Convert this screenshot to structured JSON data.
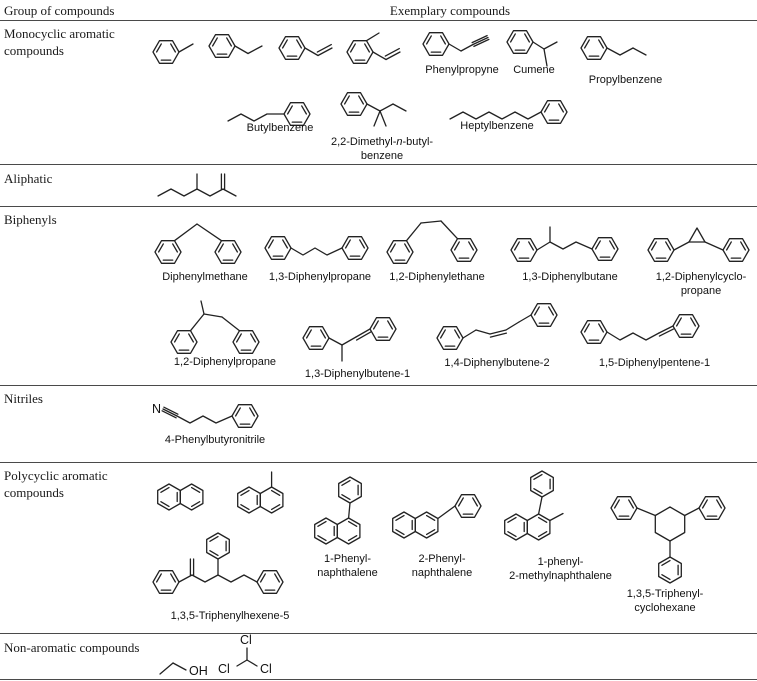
{
  "header": {
    "col_group": "Group of compounds",
    "col_compounds": "Exemplary compounds"
  },
  "groups": {
    "monocyclic": "Monocyclic aromatic compounds",
    "aliphatic": "Aliphatic",
    "biphenyls": "Biphenyls",
    "nitriles": "Nitriles",
    "polycyclic": "Polycyclic aromatic compounds",
    "nonaromatic": "Non-aromatic compounds"
  },
  "labels": {
    "phenylpropyne": "Phenylpropyne",
    "cumene": "Cumene",
    "propylbenzene": "Propylbenzene",
    "butylbenzene": "Butylbenzene",
    "dimethylbutylbenzene_pre": "2,2-Dimethyl-",
    "dimethylbutylbenzene_n": "n",
    "dimethylbutylbenzene_post": "-butyl-",
    "dimethylbutylbenzene_line2": "benzene",
    "heptylbenzene": "Heptylbenzene",
    "diphenylmethane": "Diphenylmethane",
    "diphenylpropane13": "1,3-Diphenylpropane",
    "diphenylethane12": "1,2-Diphenylethane",
    "diphenylbutane13": "1,3-Diphenylbutane",
    "diphenylcyclopropane12_l1": "1,2-Diphenylcyclo-",
    "diphenylcyclopropane12_l2": "propane",
    "diphenylpropane12": "1,2-Diphenylpropane",
    "diphenylbutene13": "1,3-Diphenylbutene-1",
    "diphenylbutene14": "1,4-Diphenylbutene-2",
    "diphenylpentene15": "1,5-Diphenylpentene-1",
    "phenylbutyronitrile": "4-Phenylbutyronitrile",
    "phenylnaphthalene1_l1": "1-Phenyl-",
    "phenylnaphthalene1_l2": "naphthalene",
    "phenylnaphthalene2_l1": "2-Phenyl-",
    "phenylnaphthalene2_l2": "naphthalene",
    "phenylmethylnaphthalene_l1": "1-phenyl-",
    "phenylmethylnaphthalene_l2": "2-methylnaphthalene",
    "triphenylhexene": "1,3,5-Triphenylhexene-5",
    "triphenylcyclohexane_l1": "1,3,5-Triphenyl-",
    "triphenylcyclohexane_l2": "cyclohexane"
  },
  "atoms": {
    "nitrile_n": "N",
    "ethanol_oh": "OH",
    "chloroform_cl_top": "Cl",
    "chloroform_cl_left": "Cl",
    "chloroform_cl_right": "Cl"
  },
  "colors": {
    "ink": "#222222",
    "rule": "#4a4a4a"
  }
}
